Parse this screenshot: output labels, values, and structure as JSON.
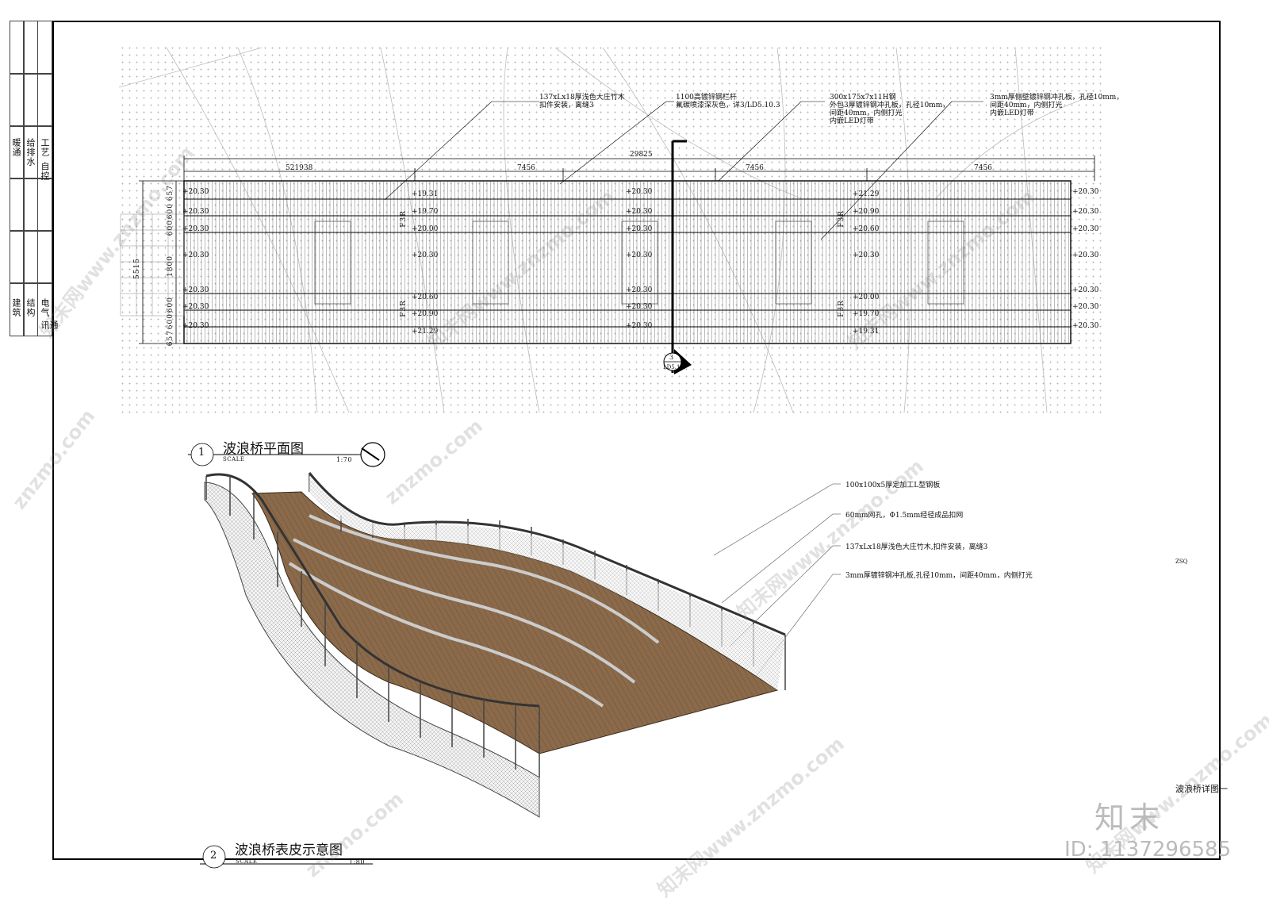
{
  "left_strip": {
    "top_labels": [
      "暖通",
      "给排水",
      "工艺",
      "自控"
    ],
    "bottom_labels": [
      "建筑",
      "结构",
      "电气",
      "通讯"
    ]
  },
  "plan": {
    "callouts": [
      "137xLx18厚浅色大庄竹木\n扣件安装，离缝3",
      "1100高镀锌钢栏杆\n氟碳喷漆深灰色，详3/LD5.10.3",
      "300x175x7x11H钢\n外包3厚镀锌钢冲孔板，孔径10mm，\n间距40mm，内侧打光\n内嵌LED灯带",
      "3mm厚侧壁镀锌钢冲孔板，孔径10mm，\n间距40mm，内侧打光\n内嵌LED灯带"
    ],
    "total_dim": "29825",
    "span_dims": [
      "521938",
      "7456",
      "7456",
      "7456"
    ],
    "row_dims": [
      "657",
      "600",
      "600",
      "1800",
      "600",
      "600",
      "657"
    ],
    "overall_width": "5515",
    "slope_marks": [
      "F3R",
      "F3R",
      "F3R",
      "F3R"
    ],
    "section_marker": {
      "num": "3",
      "ref": "LD5.1.2"
    },
    "left_levels": [
      "+20.30",
      "+20.30",
      "+20.30",
      "+20.30",
      "+20.30",
      "+20.30",
      "+20.30"
    ],
    "col2_levels": [
      "+19.31",
      "+19.70",
      "+20.00",
      "+20.30",
      "+20.60",
      "+20.90",
      "+21.29"
    ],
    "col3_levels": [
      "+20.30",
      "+20.30",
      "+20.30",
      "+20.30",
      "+20.30",
      "+20.30",
      "+20.30"
    ],
    "col4_levels": [
      "+21.29",
      "+20.90",
      "+20.60",
      "+20.30",
      "+20.00",
      "+19.70",
      "+19.31"
    ],
    "right_levels": [
      "+20.30",
      "+20.30",
      "+20.30",
      "+20.30",
      "+20.30",
      "+20.30",
      "+20.30"
    ]
  },
  "view1": {
    "num": "1",
    "title": "波浪桥平面图",
    "scale_label": "SCALE",
    "scale": "1:70"
  },
  "view2": {
    "num": "2",
    "title": "波浪桥表皮示意图",
    "scale_label": "SCALE",
    "scale": "1:80"
  },
  "render_callouts": [
    "100x100x5厚定加工L型钢板",
    "60mm网孔，Φ1.5mm经径成品扣网",
    "137xLx18厚浅色大庄竹木,扣件安装，离缝3",
    "3mm厚镀锌钢冲孔板,孔径10mm，间距40mm，内侧打光"
  ],
  "sheet_title": "波浪桥详图一",
  "side_mark": "ZSQ",
  "watermark": "znzmo.com",
  "watermark_cn": "知末网www.znzmo.com",
  "brand": "知末",
  "id_label": "ID: 1137296585"
}
